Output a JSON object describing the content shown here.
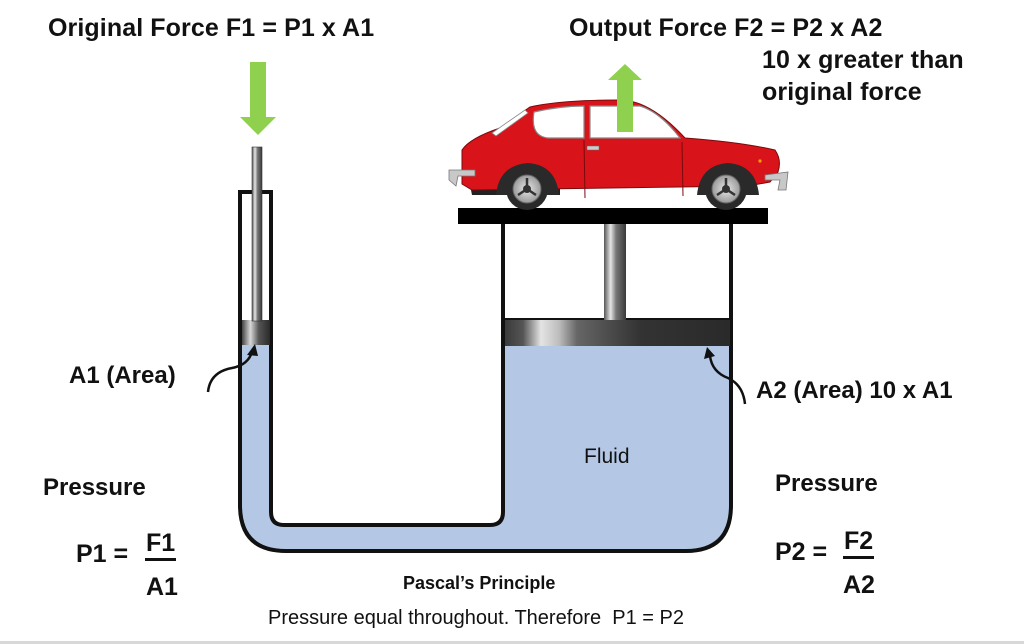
{
  "title_left": "Original Force F1 = P1 x A1",
  "title_right": "Output Force F2 = P2 x A2",
  "title_right_note_line1": "10 x greater than",
  "title_right_note_line2": "original force",
  "label_a1": "A1 (Area)",
  "label_a2": "A2 (Area) 10 x A1",
  "label_fluid": "Fluid",
  "pressure_left": {
    "heading": "Pressure",
    "lhs": "P1 =",
    "numerator": "F1",
    "denominator": "A1"
  },
  "pressure_right": {
    "heading": "Pressure",
    "lhs": "P2 =",
    "numerator": "F2",
    "denominator": "A2"
  },
  "caption_title": "Pascal’s Principle",
  "caption_text": "Pressure equal throughout. Therefore  P1 = P2",
  "colors": {
    "fluid": "#b4c8e6",
    "arrow": "#8fd14f",
    "car_body": "#d8141a",
    "outline": "#111111",
    "piston": "#3a3a3a"
  }
}
